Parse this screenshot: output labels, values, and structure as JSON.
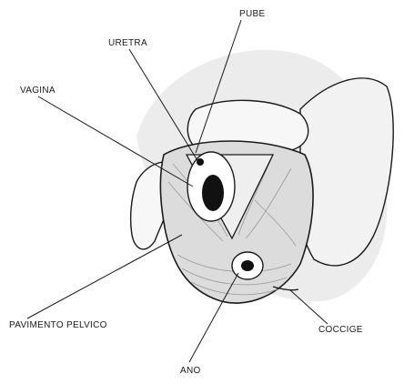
{
  "labels": {
    "pube": "PUBE",
    "uretra": "URETRA",
    "vagina": "VAGINA",
    "pavimento_pelvico": "PAVIMENTO PELVICO",
    "coccige": "COCCIGE",
    "ano": "ANO"
  },
  "colors": {
    "shadow": "#ececec",
    "outline": "#1a1a1a",
    "muscle": "#9a9a9a",
    "opening": "#111111"
  }
}
